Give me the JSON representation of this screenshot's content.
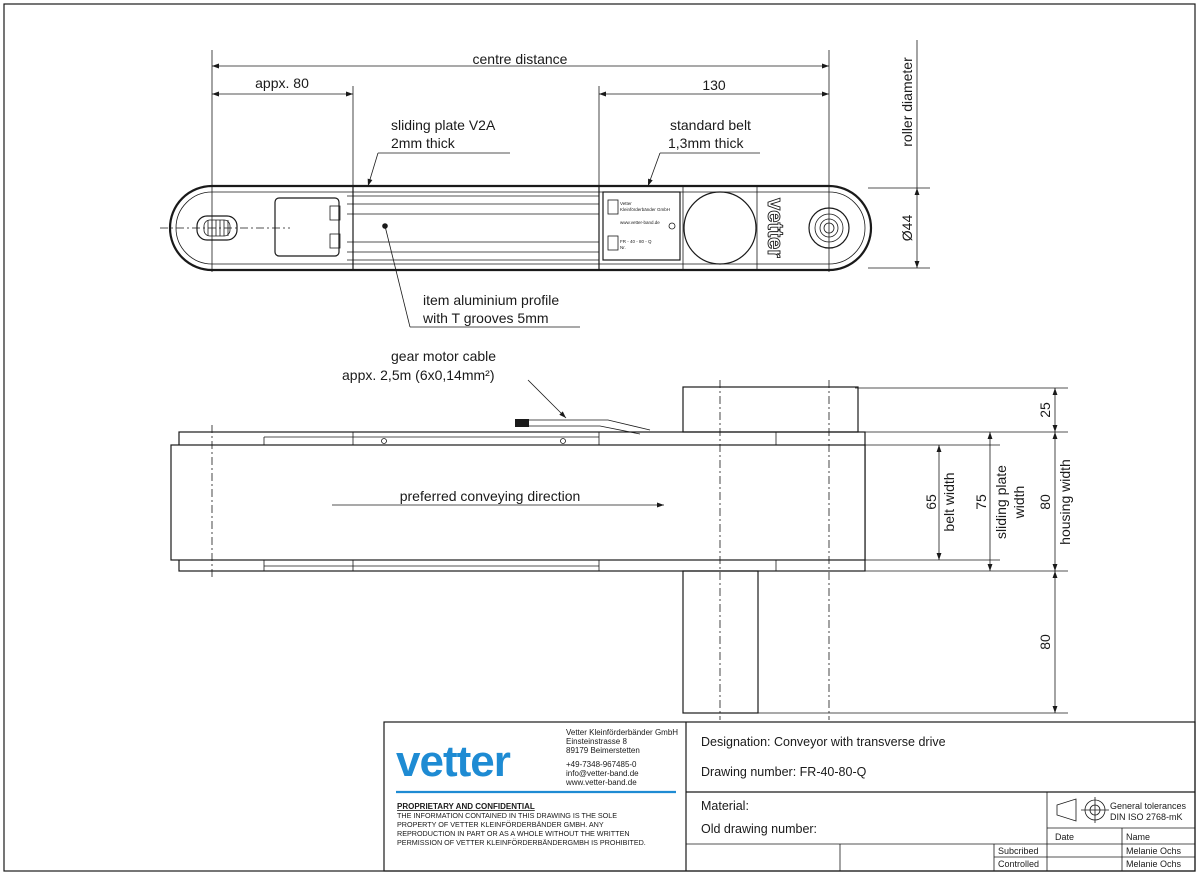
{
  "top_view": {
    "dim_centre_distance": "centre distance",
    "dim_appx80": "appx. 80",
    "dim_130": "130",
    "dim_roller_diameter": "roller diameter",
    "dim_d44": "Ø44",
    "sliding_plate_1": "sliding plate V2A",
    "sliding_plate_2": "2mm thick",
    "standard_belt_1": "standard belt",
    "standard_belt_2": "1,3mm thick",
    "profile_1": "item aluminium profile",
    "profile_2": "with T grooves 5mm",
    "brand_mark": "vetter",
    "label_plate_line1": "Vetter",
    "label_plate_line2": "Kleinförderbänder GmbH",
    "label_plate_line3": "www.vetter-band.de",
    "label_plate_line4": "FR - 40 - 80 - Q",
    "label_plate_line5": "Nr."
  },
  "side_view": {
    "cable_1": "gear motor cable",
    "cable_2": "appx. 2,5m (6x0,14mm²)",
    "direction": "preferred conveying direction",
    "dim_25": "25",
    "dim_65": "65",
    "belt_width": "belt width",
    "dim_75": "75",
    "sliding_plate_width_1": "sliding plate",
    "sliding_plate_width_2": "width",
    "dim_80_housing": "80",
    "housing_width": "housing width",
    "dim_80_motor": "80"
  },
  "title_block": {
    "logo": "vetter",
    "company_name": "Vetter Kleinförderbänder GmbH",
    "street": "Einsteinstrasse 8",
    "city": "89179 Beimerstetten",
    "phone": "+49-7348-967485-0",
    "email": "info@vetter-band.de",
    "web": "www.vetter-band.de",
    "proprietary_title": "PROPRIETARY AND CONFIDENTIAL",
    "proprietary_1": "THE INFORMATION CONTAINED IN THIS DRAWING IS THE SOLE",
    "proprietary_2": "PROPERTY OF VETTER KLEINFÖRDERBÄNDER GMBH. ANY",
    "proprietary_3": "REPRODUCTION IN PART OR AS A WHOLE WITHOUT THE WRITTEN",
    "proprietary_4": "PERMISSION OF VETTER KLEINFÖRDERBÄNDERGMBH IS PROHIBITED.",
    "designation": "Designation: Conveyor with transverse drive",
    "drawing_number": "Drawing number: FR-40-80-Q",
    "material": "Material:",
    "old_drawing_number": "Old drawing number:",
    "general_tolerances": "General tolerances",
    "tolerance_standard": "DIN ISO 2768-mK",
    "col_date": "Date",
    "col_name": "Name",
    "row_subscribed": "Subcribed",
    "row_controlled": "Controlled",
    "subscribed_name": "Melanie Ochs",
    "controlled_name": "Melanie Ochs",
    "logo_color": "#1e8bd3"
  }
}
